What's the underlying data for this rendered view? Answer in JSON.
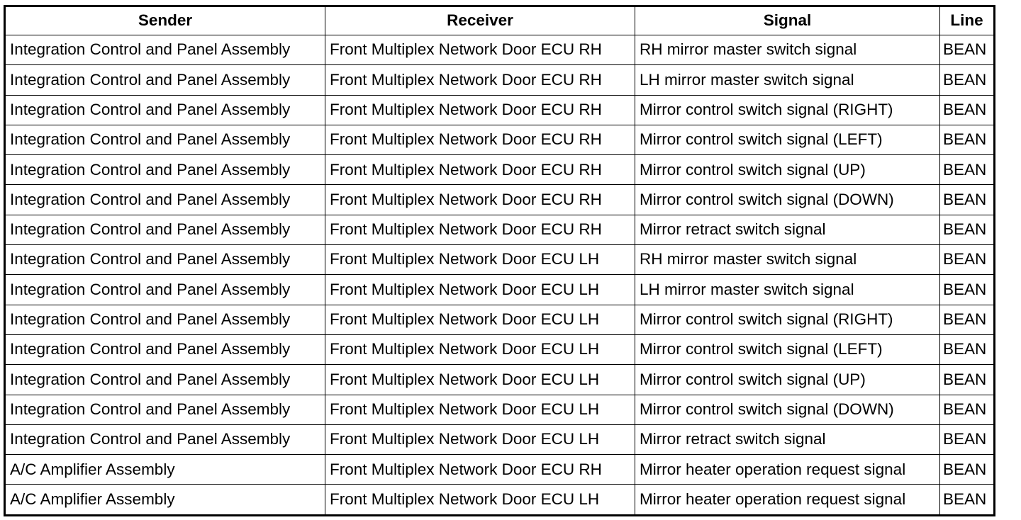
{
  "table": {
    "headers": {
      "sender": "Sender",
      "receiver": "Receiver",
      "signal": "Signal",
      "line": "Line"
    },
    "rows": [
      {
        "sender": "Integration Control and Panel Assembly",
        "receiver": "Front Multiplex Network Door ECU RH",
        "signal": "RH mirror master switch signal",
        "line": "BEAN"
      },
      {
        "sender": "Integration Control and Panel Assembly",
        "receiver": "Front Multiplex Network Door ECU RH",
        "signal": "LH mirror master switch signal",
        "line": "BEAN"
      },
      {
        "sender": "Integration Control and Panel Assembly",
        "receiver": "Front Multiplex Network Door ECU RH",
        "signal": "Mirror control switch signal (RIGHT)",
        "line": "BEAN"
      },
      {
        "sender": "Integration Control and Panel Assembly",
        "receiver": "Front Multiplex Network Door ECU RH",
        "signal": "Mirror control switch signal (LEFT)",
        "line": "BEAN"
      },
      {
        "sender": "Integration Control and Panel Assembly",
        "receiver": "Front Multiplex Network Door ECU RH",
        "signal": "Mirror control switch signal (UP)",
        "line": "BEAN"
      },
      {
        "sender": "Integration Control and Panel Assembly",
        "receiver": "Front Multiplex Network Door ECU RH",
        "signal": "Mirror control switch signal (DOWN)",
        "line": "BEAN"
      },
      {
        "sender": "Integration Control and Panel Assembly",
        "receiver": "Front Multiplex Network Door ECU RH",
        "signal": "Mirror retract switch signal",
        "line": "BEAN"
      },
      {
        "sender": "Integration Control and Panel Assembly",
        "receiver": "Front Multiplex Network Door ECU LH",
        "signal": "RH mirror master switch signal",
        "line": "BEAN"
      },
      {
        "sender": "Integration Control and Panel Assembly",
        "receiver": "Front Multiplex Network Door ECU LH",
        "signal": "LH mirror master switch signal",
        "line": "BEAN"
      },
      {
        "sender": "Integration Control and Panel Assembly",
        "receiver": "Front Multiplex Network Door ECU LH",
        "signal": "Mirror control switch signal (RIGHT)",
        "line": "BEAN"
      },
      {
        "sender": "Integration Control and Panel Assembly",
        "receiver": "Front Multiplex Network Door ECU LH",
        "signal": "Mirror control switch signal (LEFT)",
        "line": "BEAN"
      },
      {
        "sender": "Integration Control and Panel Assembly",
        "receiver": "Front Multiplex Network Door ECU LH",
        "signal": "Mirror control switch signal (UP)",
        "line": "BEAN"
      },
      {
        "sender": "Integration Control and Panel Assembly",
        "receiver": "Front Multiplex Network Door ECU LH",
        "signal": "Mirror control switch signal (DOWN)",
        "line": "BEAN"
      },
      {
        "sender": "Integration Control and Panel Assembly",
        "receiver": "Front Multiplex Network Door ECU LH",
        "signal": "Mirror retract switch signal",
        "line": "BEAN"
      },
      {
        "sender": "A/C Amplifier Assembly",
        "receiver": "Front Multiplex Network Door ECU RH",
        "signal": "Mirror heater operation request signal",
        "line": "BEAN"
      },
      {
        "sender": "A/C Amplifier Assembly",
        "receiver": "Front Multiplex Network Door ECU LH",
        "signal": "Mirror heater operation request signal",
        "line": "BEAN"
      }
    ]
  }
}
